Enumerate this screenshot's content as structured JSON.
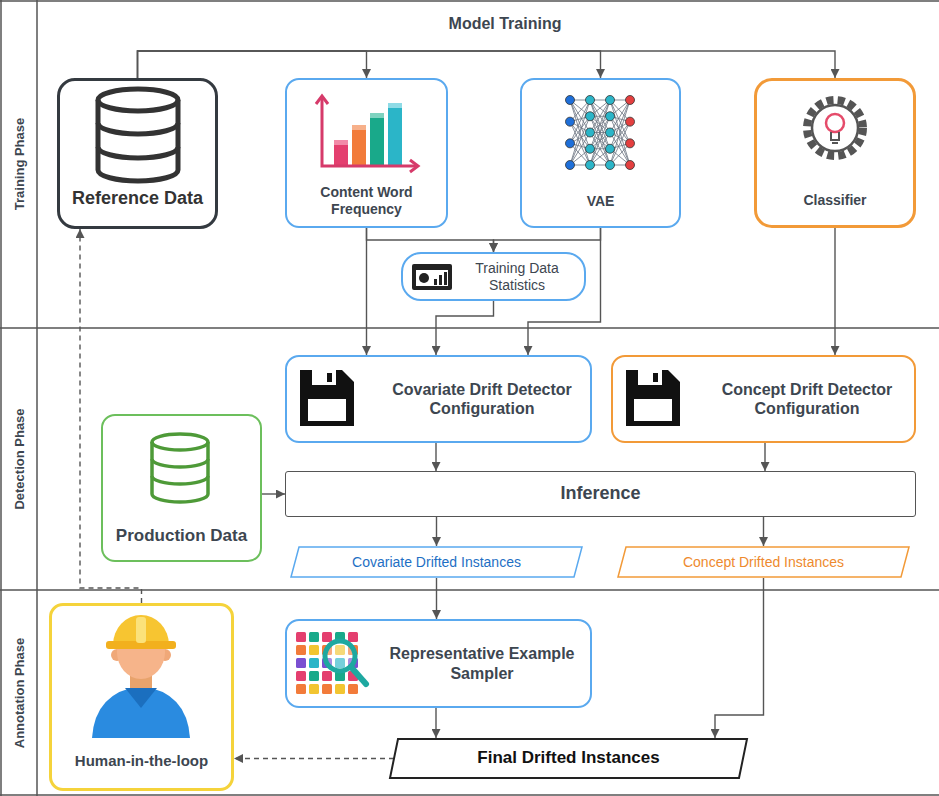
{
  "diagram": {
    "nodes": [
      {
        "text": [
          "Training Phase"
        ]
      },
      {
        "text": [
          "Reference Data"
        ],
        "in": 0
      },
      {
        "text": [
          "Content Word Frequency"
        ],
        "in": 0
      },
      {
        "text": [
          "VAE"
        ],
        "in": 0
      },
      {
        "text": [
          "Classifier"
        ],
        "in": 0
      },
      {
        "text": [
          "Training Data Statistics"
        ],
        "in": 0
      },
      {
        "text": [
          "Detection Phase"
        ]
      },
      {
        "text": [
          "Covariate Drift Detector Configuration"
        ],
        "in": 6
      },
      {
        "text": [
          "Concept Drift Detector Configuration"
        ],
        "in": 6
      },
      {
        "text": [
          "Production Data"
        ],
        "in": 6
      },
      {
        "text": [
          "Inference"
        ],
        "in": 6
      },
      {
        "text": [
          "Covariate Drifted Instances"
        ],
        "in": 6
      },
      {
        "text": [
          "Concept Drifted Instances"
        ],
        "in": 6
      },
      {
        "text": [
          "Annotation Phase"
        ]
      },
      {
        "text": [
          "Human-in-the-loop"
        ],
        "in": 13
      },
      {
        "text": [
          "Representative Example Sampler"
        ],
        "in": 13
      },
      {
        "text": [
          "Final Drifted Instances"
        ],
        "in": 13
      }
    ],
    "edges": [
      {
        "from": 1,
        "to": 2,
        "arrow": "to"
      },
      {
        "from": 1,
        "to": 3,
        "arrow": "to"
      },
      {
        "from": 1,
        "to": 4,
        "arrow": "to"
      },
      {
        "from": 2,
        "to": 5,
        "arrow": "to"
      },
      {
        "from": 3,
        "to": 5,
        "arrow": "to"
      },
      {
        "from": 2,
        "to": 7,
        "arrow": "to"
      },
      {
        "from": 5,
        "to": 7,
        "arrow": "to"
      },
      {
        "from": 3,
        "to": 7,
        "arrow": "to"
      },
      {
        "from": 4,
        "to": 8,
        "arrow": "to"
      },
      {
        "from": 9,
        "to": 10,
        "arrow": "to"
      },
      {
        "from": 7,
        "to": 10,
        "arrow": "to"
      },
      {
        "from": 8,
        "to": 10,
        "arrow": "to"
      },
      {
        "from": 10,
        "to": 11,
        "arrow": "to"
      },
      {
        "from": 10,
        "to": 12,
        "arrow": "to"
      },
      {
        "from": 11,
        "to": 15,
        "arrow": "to"
      },
      {
        "from": 15,
        "to": 16,
        "arrow": "to"
      },
      {
        "from": 12,
        "to": 16,
        "arrow": "to"
      },
      {
        "from": 16,
        "to": 14,
        "arrow": "to"
      },
      {
        "from": 14,
        "to": 1,
        "arrow": "to"
      }
    ],
    "labels": [
      "Model Training"
    ]
  }
}
